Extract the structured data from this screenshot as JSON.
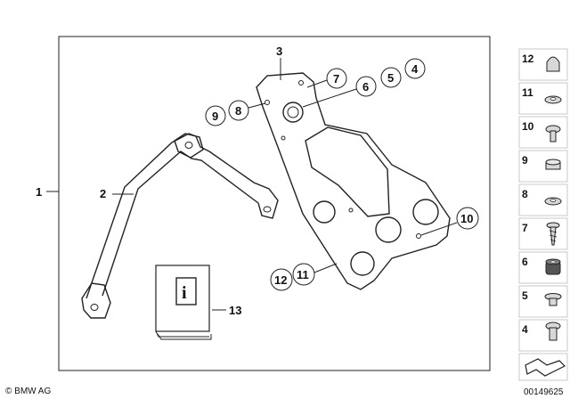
{
  "callouts": {
    "c1": "1",
    "c2": "2",
    "c3": "3",
    "c4": "4",
    "c5": "5",
    "c6": "6",
    "c7": "7",
    "c8": "8",
    "c9": "9",
    "c10": "10",
    "c11": "11",
    "c12": "12",
    "c13": "13"
  },
  "sidebar": {
    "items": [
      {
        "label": "12",
        "icon": "cap-nut-icon"
      },
      {
        "label": "11",
        "icon": "washer-icon"
      },
      {
        "label": "10",
        "icon": "torx-screw-icon"
      },
      {
        "label": "9",
        "icon": "nut-icon"
      },
      {
        "label": "8",
        "icon": "flat-washer-icon"
      },
      {
        "label": "7",
        "icon": "self-tapping-screw-icon"
      },
      {
        "label": "6",
        "icon": "rubber-grommet-icon"
      },
      {
        "label": "5",
        "icon": "bushing-icon"
      },
      {
        "label": "4",
        "icon": "collar-screw-icon"
      }
    ]
  },
  "info_icon_letter": "i",
  "footer": {
    "copyright": "© BMW AG",
    "diagram_id": "00149625"
  }
}
